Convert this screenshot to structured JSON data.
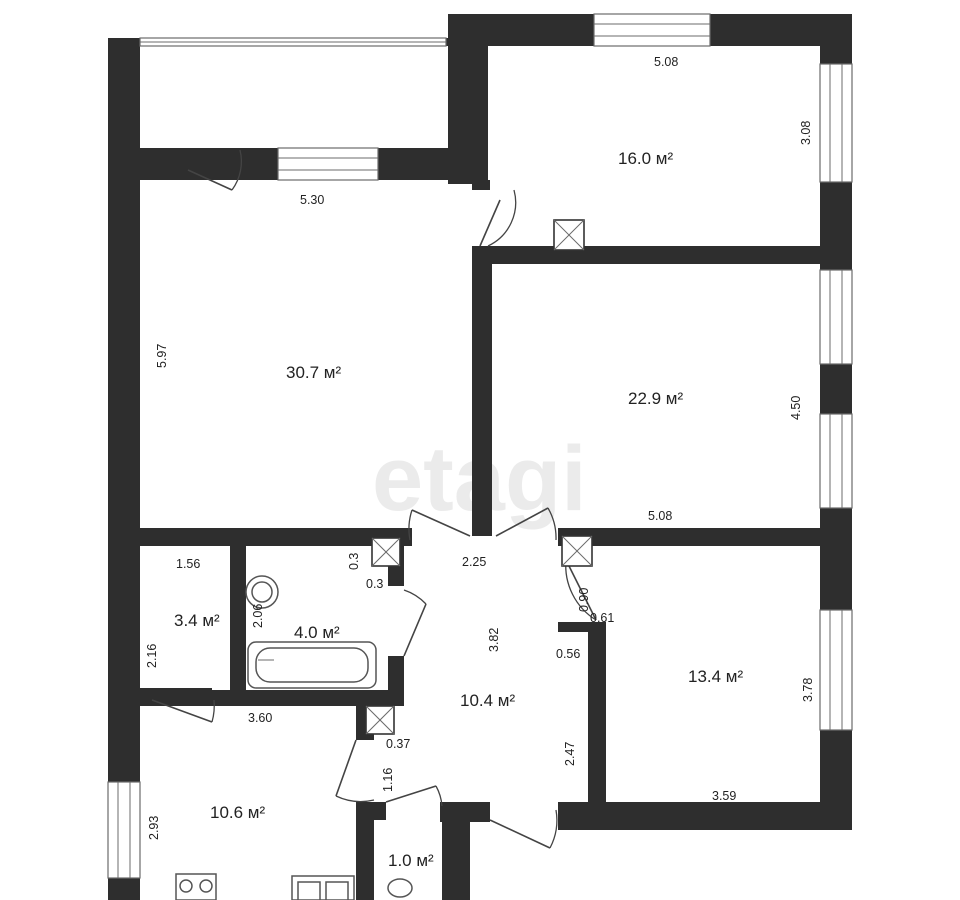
{
  "watermark": "etagi",
  "rooms": [
    {
      "id": "room-1",
      "area": "16.0 м²"
    },
    {
      "id": "room-2",
      "area": "30.7 м²"
    },
    {
      "id": "room-3",
      "area": "22.9 м²"
    },
    {
      "id": "room-4",
      "area": "3.4 м²"
    },
    {
      "id": "room-5",
      "area": "4.0 м²"
    },
    {
      "id": "room-6",
      "area": "10.4 м²"
    },
    {
      "id": "room-7",
      "area": "13.4 м²"
    },
    {
      "id": "room-8",
      "area": "10.6 м²"
    },
    {
      "id": "room-9",
      "area": "1.0 м²"
    }
  ],
  "dimensions": [
    "5.08",
    "3.08",
    "5.30",
    "5.97",
    "4.50",
    "5.08",
    "1.56",
    "0.3",
    "0.3",
    "2.25",
    "0.90",
    "0.61",
    "2.06",
    "2.16",
    "3.82",
    "0.56",
    "3.78",
    "3.60",
    "0.37",
    "2.47",
    "1.16",
    "3.59",
    "2.93"
  ]
}
